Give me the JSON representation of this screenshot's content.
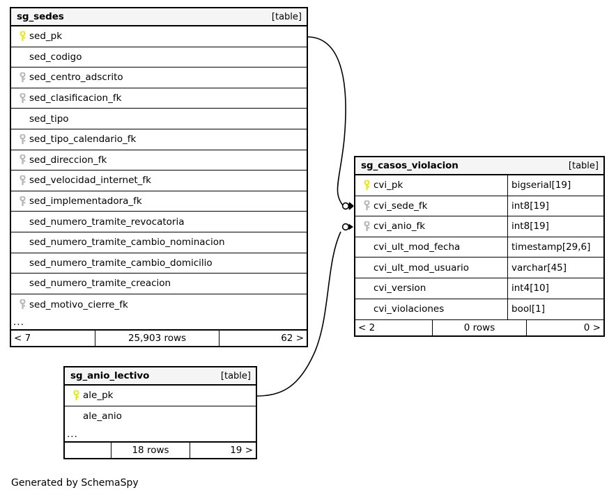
{
  "diagram": {
    "generated_by": "Generated by SchemaSpy",
    "table_kind_label": "[table]",
    "ellipsis": "...",
    "key_icons": {
      "primary": "primary-key-icon",
      "foreign": "foreign-key-icon"
    },
    "colors": {
      "primary_key": "#e8e80f",
      "foreign_key": "#b5b5b5",
      "header_background": "#f5f5f5",
      "border": "#000000",
      "background": "#ffffff"
    }
  },
  "tables": [
    {
      "id": "sg_sedes",
      "name": "sg_sedes",
      "kind": "[table]",
      "columns": [
        {
          "name": "sed_pk",
          "key": "primary",
          "type": ""
        },
        {
          "name": "sed_codigo",
          "key": "none",
          "type": ""
        },
        {
          "name": "sed_centro_adscrito",
          "key": "foreign",
          "type": ""
        },
        {
          "name": "sed_clasificacion_fk",
          "key": "foreign",
          "type": ""
        },
        {
          "name": "sed_tipo",
          "key": "none",
          "type": ""
        },
        {
          "name": "sed_tipo_calendario_fk",
          "key": "foreign",
          "type": ""
        },
        {
          "name": "sed_direccion_fk",
          "key": "foreign",
          "type": ""
        },
        {
          "name": "sed_velocidad_internet_fk",
          "key": "foreign",
          "type": ""
        },
        {
          "name": "sed_implementadora_fk",
          "key": "foreign",
          "type": ""
        },
        {
          "name": "sed_numero_tramite_revocatoria",
          "key": "none",
          "type": ""
        },
        {
          "name": "sed_numero_tramite_cambio_nominacion",
          "key": "none",
          "type": ""
        },
        {
          "name": "sed_numero_tramite_cambio_domicilio",
          "key": "none",
          "type": ""
        },
        {
          "name": "sed_numero_tramite_creacion",
          "key": "none",
          "type": ""
        },
        {
          "name": "sed_motivo_cierre_fk",
          "key": "foreign",
          "type": ""
        }
      ],
      "has_more_columns": true,
      "footer": {
        "left": "< 7",
        "middle": "25,903 rows",
        "right": "62 >"
      }
    },
    {
      "id": "sg_casos_violacion",
      "name": "sg_casos_violacion",
      "kind": "[table]",
      "columns": [
        {
          "name": "cvi_pk",
          "key": "primary",
          "type": "bigserial[19]"
        },
        {
          "name": "cvi_sede_fk",
          "key": "foreign",
          "type": "int8[19]"
        },
        {
          "name": "cvi_anio_fk",
          "key": "foreign",
          "type": "int8[19]"
        },
        {
          "name": "cvi_ult_mod_fecha",
          "key": "none",
          "type": "timestamp[29,6]"
        },
        {
          "name": "cvi_ult_mod_usuario",
          "key": "none",
          "type": "varchar[45]"
        },
        {
          "name": "cvi_version",
          "key": "none",
          "type": "int4[10]"
        },
        {
          "name": "cvi_violaciones",
          "key": "none",
          "type": "bool[1]"
        }
      ],
      "has_more_columns": false,
      "footer": {
        "left": "< 2",
        "middle": "0 rows",
        "right": "0 >"
      }
    },
    {
      "id": "sg_anio_lectivo",
      "name": "sg_anio_lectivo",
      "kind": "[table]",
      "columns": [
        {
          "name": "ale_pk",
          "key": "primary",
          "type": ""
        },
        {
          "name": "ale_anio",
          "key": "none",
          "type": ""
        }
      ],
      "has_more_columns": true,
      "footer": {
        "left": "",
        "middle": "18 rows",
        "right": "19 >"
      }
    }
  ],
  "relationships": [
    {
      "id": "sedes-to-casos",
      "from_table": "sg_sedes",
      "from_column": "sed_pk",
      "to_table": "sg_casos_violacion",
      "to_column": "cvi_sede_fk",
      "cardinality": "zero-or-many"
    },
    {
      "id": "anio-to-casos",
      "from_table": "sg_anio_lectivo",
      "from_column": "ale_pk",
      "to_table": "sg_casos_violacion",
      "to_column": "cvi_anio_fk",
      "cardinality": "zero-or-many"
    }
  ]
}
